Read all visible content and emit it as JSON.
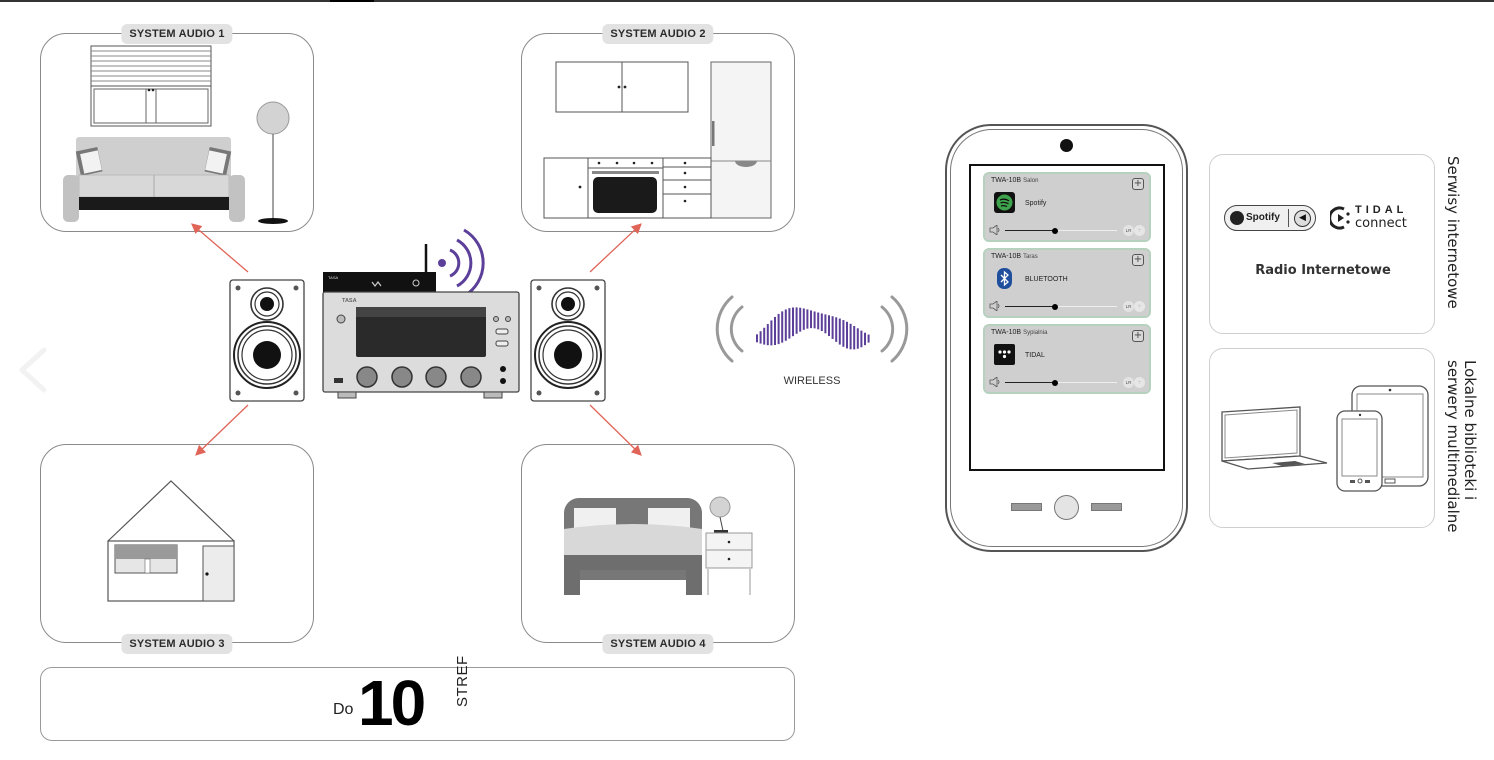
{
  "navigation": {
    "prev_icon": "chevron-left-icon"
  },
  "zones": [
    {
      "label": "SYSTEM AUDIO 1",
      "room": "living-room",
      "label_position": "top"
    },
    {
      "label": "SYSTEM AUDIO 2",
      "room": "kitchen",
      "label_position": "top"
    },
    {
      "label": "SYSTEM AUDIO 3",
      "room": "house",
      "label_position": "bottom"
    },
    {
      "label": "SYSTEM AUDIO 4",
      "room": "bedroom",
      "label_position": "bottom"
    }
  ],
  "center_device": {
    "brand": "TASA",
    "module_brand": "TASA",
    "icons": [
      "speaker-left-icon",
      "amplifier-icon",
      "wifi-module-icon",
      "wireless-signal-icon",
      "speaker-right-icon"
    ]
  },
  "wireless": {
    "label": "WIRELESS",
    "accent_color": "#5b3f99"
  },
  "zones_count": {
    "prefix": "Do",
    "number": "10",
    "suffix": "STREF"
  },
  "phone_app": {
    "cards": [
      {
        "device": "TWA-10B",
        "room": "Salon",
        "source": "Spotify",
        "source_icon": "spotify-icon",
        "volume": 0.45,
        "balance_label": "LR"
      },
      {
        "device": "TWA-10B",
        "room": "Taras",
        "source": "BLUETOOTH",
        "source_icon": "bluetooth-icon",
        "volume": 0.45,
        "balance_label": "LR"
      },
      {
        "device": "TWA-10B",
        "room": "Sypialnia",
        "source": "TIDAL",
        "source_icon": "tidal-icon",
        "volume": 0.45,
        "balance_label": "LR"
      }
    ],
    "add_symbol": "+",
    "extra_symbol": "+"
  },
  "panels": {
    "services": {
      "side_title": "Serwisy internetowe",
      "spotify_label": "Spotify",
      "speaker_symbol": "◀)",
      "tidal_top": "TIDAL",
      "tidal_bottom": "connect",
      "radio_label": "Radio Internetowe"
    },
    "local": {
      "side_title_line1": "Lokalne biblioteki i",
      "side_title_line2": "serwery multimedialne"
    }
  },
  "colors": {
    "arrow": "#e06458",
    "wireless_purple": "#5b3f99",
    "card_border": "#b7d1bf",
    "spotify_green": "#1db954",
    "bluetooth_blue": "#1f4e9c"
  }
}
